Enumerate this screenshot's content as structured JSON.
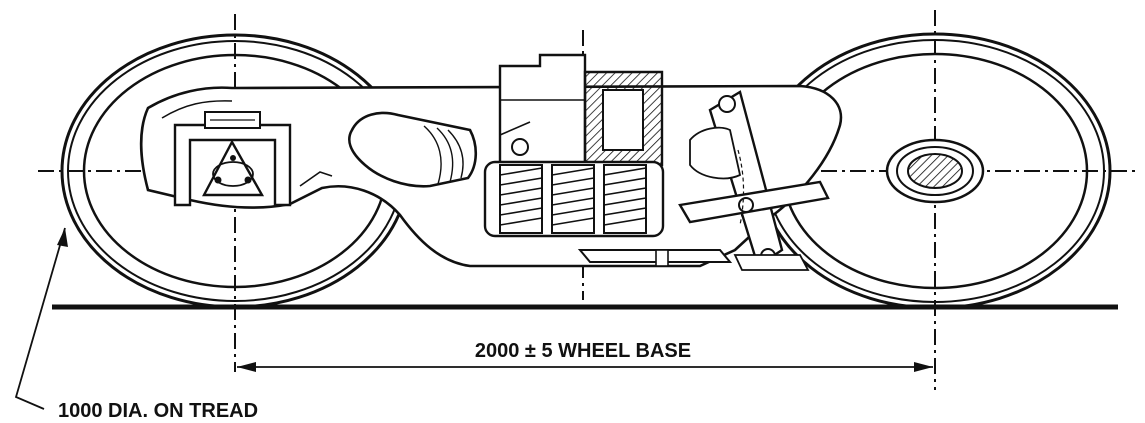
{
  "annotations": {
    "wheel_base": "2000 ± 5 WHEEL BASE",
    "wheel_diameter": "1000 DIA. ON TREAD"
  },
  "components": {
    "wheels": 2,
    "axles": 2,
    "spring_coils": 3
  }
}
